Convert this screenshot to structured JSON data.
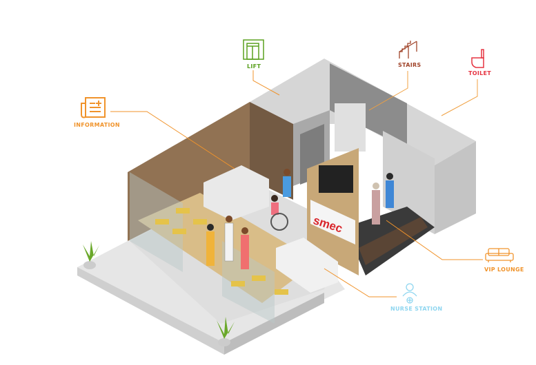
{
  "colors": {
    "information": "#f0932b",
    "lift": "#5aa01e",
    "stairs": "#a0442a",
    "toilet": "#e63340",
    "vip": "#f0932b",
    "nurse": "#8fd6f0",
    "brand_red": "#d9262b"
  },
  "labels": {
    "information": "INFORMATION",
    "lift": "LIFT",
    "stairs": "STAIRS",
    "toilet": "TOILET",
    "vip_lounge": "VIP LOUNGE",
    "nurse_station": "NURSE STATION"
  },
  "icons": {
    "information": "newspaper-icon",
    "lift": "elevator-icon",
    "stairs": "stairs-icon",
    "toilet": "toilet-icon",
    "vip_lounge": "sofa-icon",
    "nurse_station": "nurse-icon"
  },
  "brand_sign": "smec"
}
